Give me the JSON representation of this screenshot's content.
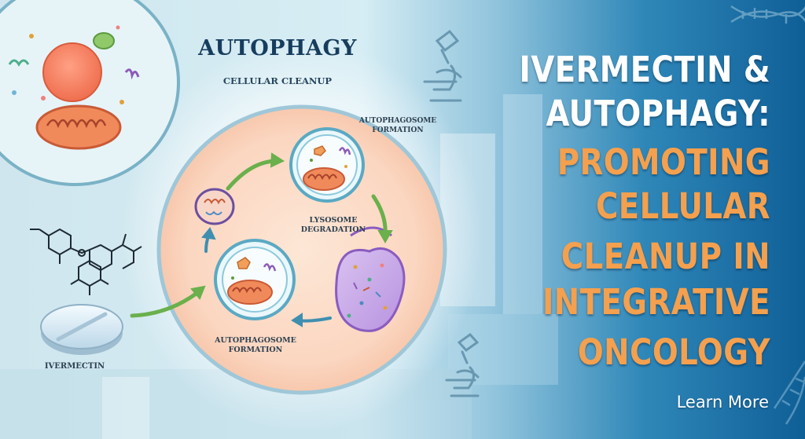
{
  "diagram": {
    "title": "AUTOPHAGY",
    "subtitle": "CELLULAR CLEANUP",
    "label_top": [
      "AUTOPHAGOSOME",
      "FORMATION"
    ],
    "label_middle": [
      "LYSOSOME",
      "DEGRADATION"
    ],
    "label_bottom": [
      "AUTOPHAGOSOME",
      "FORMATION"
    ],
    "drug_label": "IVERMECTIN"
  },
  "headline": {
    "lines": [
      {
        "text": "IVERMECTIN &",
        "color": "#ffffff"
      },
      {
        "text": "AUTOPHAGY:",
        "color": "#ffffff"
      },
      {
        "text": "PROMOTING",
        "color": "#f4a04e"
      },
      {
        "text": "CELLULAR",
        "color": "#f4a04e"
      },
      {
        "text": "CLEANUP IN",
        "color": "#f4a04e"
      },
      {
        "text": "INTEGRATIVE",
        "color": "#f4a04e"
      },
      {
        "text": "ONCOLOGY",
        "color": "#f4a04e"
      }
    ]
  },
  "cta": {
    "label": "Learn More"
  },
  "icons": [
    "microscope-icon",
    "dna-helix-icon",
    "pill-tablet-icon",
    "molecule-structure-icon"
  ]
}
